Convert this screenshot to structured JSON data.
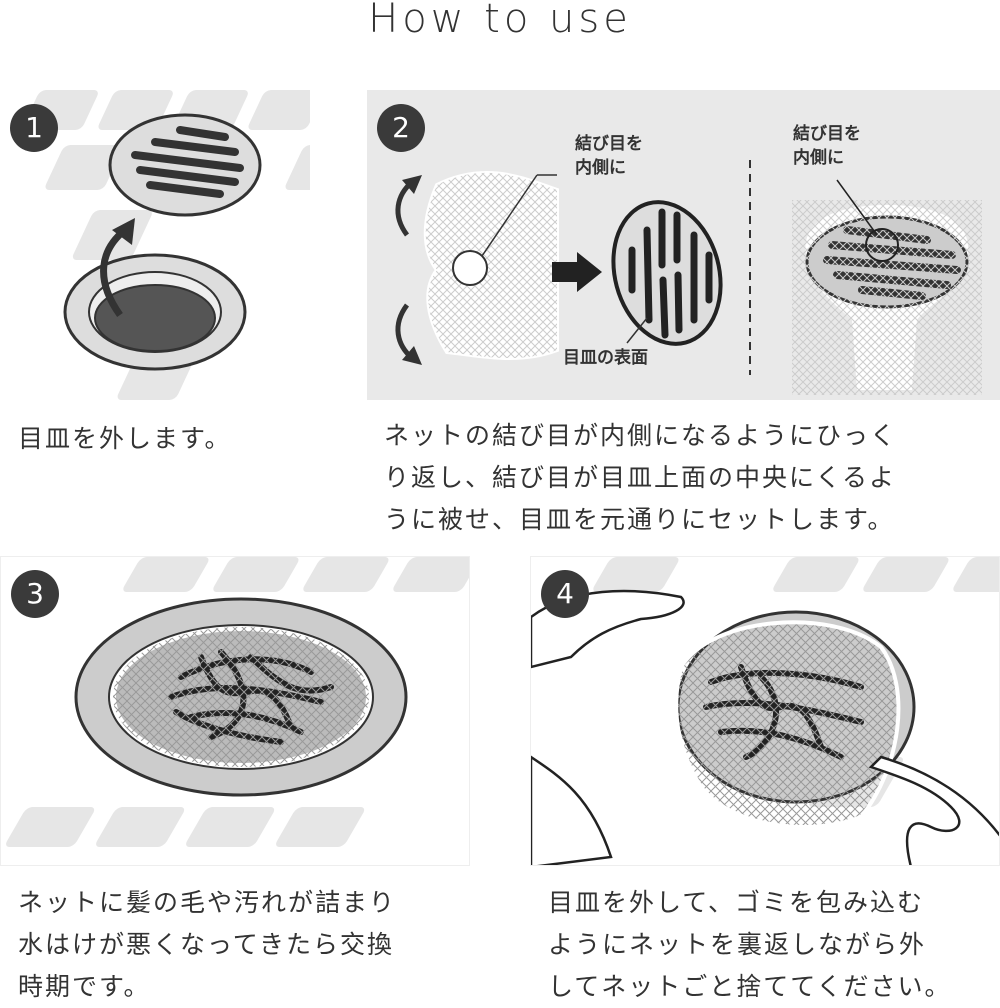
{
  "title": "How to use",
  "steps": [
    {
      "number": "1",
      "caption": "目皿を外します。"
    },
    {
      "number": "2",
      "caption_lines": [
        "ネットの結び目が内側になるようにひっく",
        "り返し、結び目が目皿上面の中央にくるよ",
        "うに被せ、目皿を元通りにセットします。"
      ],
      "labels": {
        "knot_inside_left": [
          "結び目を",
          "内側に"
        ],
        "plate_surface": "目皿の表面",
        "knot_inside_right": [
          "結び目を",
          "内側に"
        ]
      }
    },
    {
      "number": "3",
      "caption_lines": [
        "ネットに髪の毛や汚れが詰まり",
        "水はけが悪くなってきたら交換",
        "時期です。"
      ]
    },
    {
      "number": "4",
      "caption_lines": [
        "目皿を外して、ゴミを包み込む",
        "ようにネットを裏返しながら外",
        "してネットごと捨ててください。"
      ]
    }
  ],
  "colors": {
    "badge": "#3a3a3a",
    "panel2_bg": "#e9e9e9",
    "tile": "#e6e6e6"
  }
}
